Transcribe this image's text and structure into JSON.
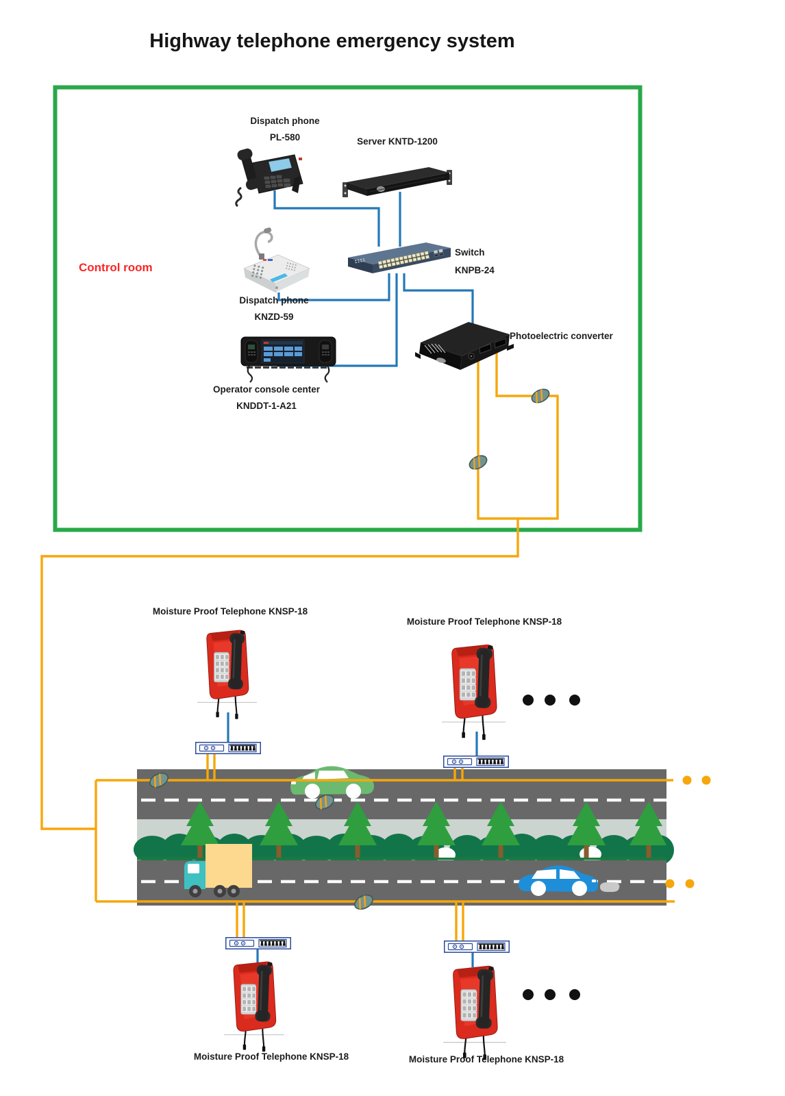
{
  "title": "Highway telephone emergency system",
  "control_room": {
    "label": "Control room",
    "dispatch_phone_pl580": {
      "line1": "Dispatch phone",
      "line2": "PL-580"
    },
    "server": {
      "label": "Server KNTD-1200"
    },
    "switch": {
      "line1": "Switch",
      "line2": "KNPB-24"
    },
    "dispatch_phone_knzd59": {
      "line1": "Dispatch phone",
      "line2": "KNZD-59"
    },
    "operator_console": {
      "line1": "Operator console center",
      "line2": "KNDDT-1-A21"
    },
    "photoelectric_converter": {
      "label": "Photoelectric converter"
    }
  },
  "highway": {
    "phone_top_left": {
      "label": "Moisture Proof Telephone KNSP-18"
    },
    "phone_top_right": {
      "label": "Moisture Proof Telephone KNSP-18"
    },
    "phone_bottom_left": {
      "label": "Moisture Proof Telephone KNSP-18"
    },
    "phone_bottom_right": {
      "label": "Moisture Proof Telephone KNSP-18"
    }
  },
  "palette": {
    "control_room_border": "#2aa84a",
    "network_wire_blue": "#2478b8",
    "fiber_wire_orange": "#f6a70b",
    "control_room_text": "#fb2525",
    "label_text": "#1c1c1c",
    "road_gray": "#686868",
    "median_gray": "#ccd4d0",
    "phone_red": "#da2b1e",
    "junction_box_border": "#2a4a9e"
  }
}
